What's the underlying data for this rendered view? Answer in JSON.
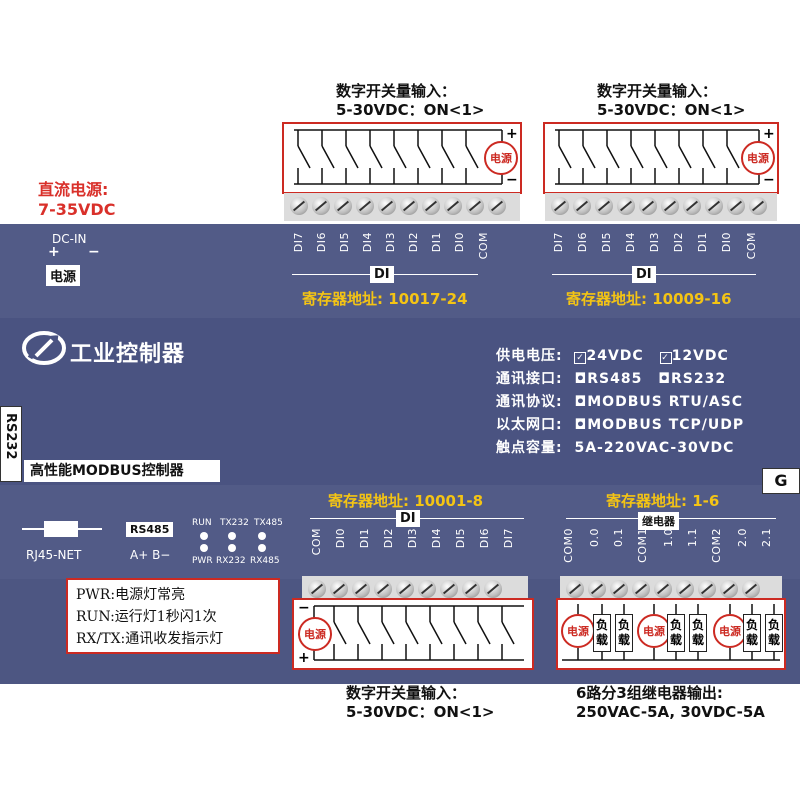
{
  "top_left_input": {
    "title": "数字开关量输入：",
    "spec": "5-30VDC：ON<1>",
    "source": "电源",
    "plus": "+",
    "minus": "−"
  },
  "top_right_input": {
    "title": "数字开关量输入：",
    "spec": "5-30VDC：ON<1>",
    "source": "电源",
    "plus": "+",
    "minus": "−"
  },
  "power_supply": {
    "label": "直流电源:",
    "range": "7-35VDC",
    "dc_in": "DC-IN",
    "plus": "+",
    "minus": "−",
    "tag": "电源"
  },
  "top_di_left": {
    "pins": [
      "DI7",
      "DI6",
      "DI5",
      "DI4",
      "DI3",
      "DI2",
      "DI1",
      "DI0",
      "COM"
    ],
    "group": "DI",
    "register": "寄存器地址: 10017-24"
  },
  "top_di_right": {
    "pins": [
      "DI7",
      "DI6",
      "DI5",
      "DI4",
      "DI3",
      "DI2",
      "DI1",
      "DI0",
      "COM"
    ],
    "group": "DI",
    "register": "寄存器地址: 10009-16"
  },
  "brand": {
    "name": "工业控制器"
  },
  "specs": {
    "power_label": "供电电压:",
    "power_24": "24VDC",
    "power_12": "12VDC",
    "comm_label": "通讯接口:",
    "comm_rs485": "RS485",
    "comm_rs232": "RS232",
    "protocol_label": "通讯协议:",
    "protocol": "MODBUS RTU/ASC",
    "eth_label": "以太网口:",
    "eth": "MODBUS TCP/UDP",
    "contact_label": "触点容量:",
    "contact": "5A-220VAC-30VDC"
  },
  "rs232_tab": "RS232",
  "product_title": "高性能MODBUS控制器",
  "g_label": "G",
  "bottom_di": {
    "register": "寄存器地址: 10001-8",
    "group": "DI",
    "pins": [
      "COM",
      "DI0",
      "DI1",
      "DI2",
      "DI3",
      "DI4",
      "DI5",
      "DI6",
      "DI7"
    ]
  },
  "relay": {
    "register": "寄存器地址: 1-6",
    "group": "继电器",
    "pins": [
      "COM0",
      "0.0",
      "0.1",
      "COM1",
      "1.0",
      "1.1",
      "COM2",
      "2.0",
      "2.1"
    ]
  },
  "ports": {
    "rj45": "RJ45-NET",
    "rs485": "RS485",
    "ab": "A+  B−"
  },
  "leds": {
    "run": "RUN",
    "tx232": "TX232",
    "tx485": "TX485",
    "pwr": "PWR",
    "rx232": "RX232",
    "rx485": "RX485"
  },
  "legend": {
    "pwr": "PWR:电源灯常亮",
    "run": "RUN:运行灯1秒闪1次",
    "rxtx": "RX/TX:通讯收发指示灯"
  },
  "bottom_input": {
    "title": "数字开关量输入：",
    "spec": "5-30VDC：ON<1>",
    "source": "电源",
    "plus": "+",
    "minus": "−"
  },
  "relay_output": {
    "title": "6路分3组继电器输出:",
    "spec": "250VAC-5A, 30VDC-5A",
    "source": "电源",
    "load": [
      "负",
      "载"
    ]
  },
  "colors": {
    "panel": "#4d5682",
    "accent_red": "#cc2a22",
    "accent_yellow": "#f4c414"
  }
}
